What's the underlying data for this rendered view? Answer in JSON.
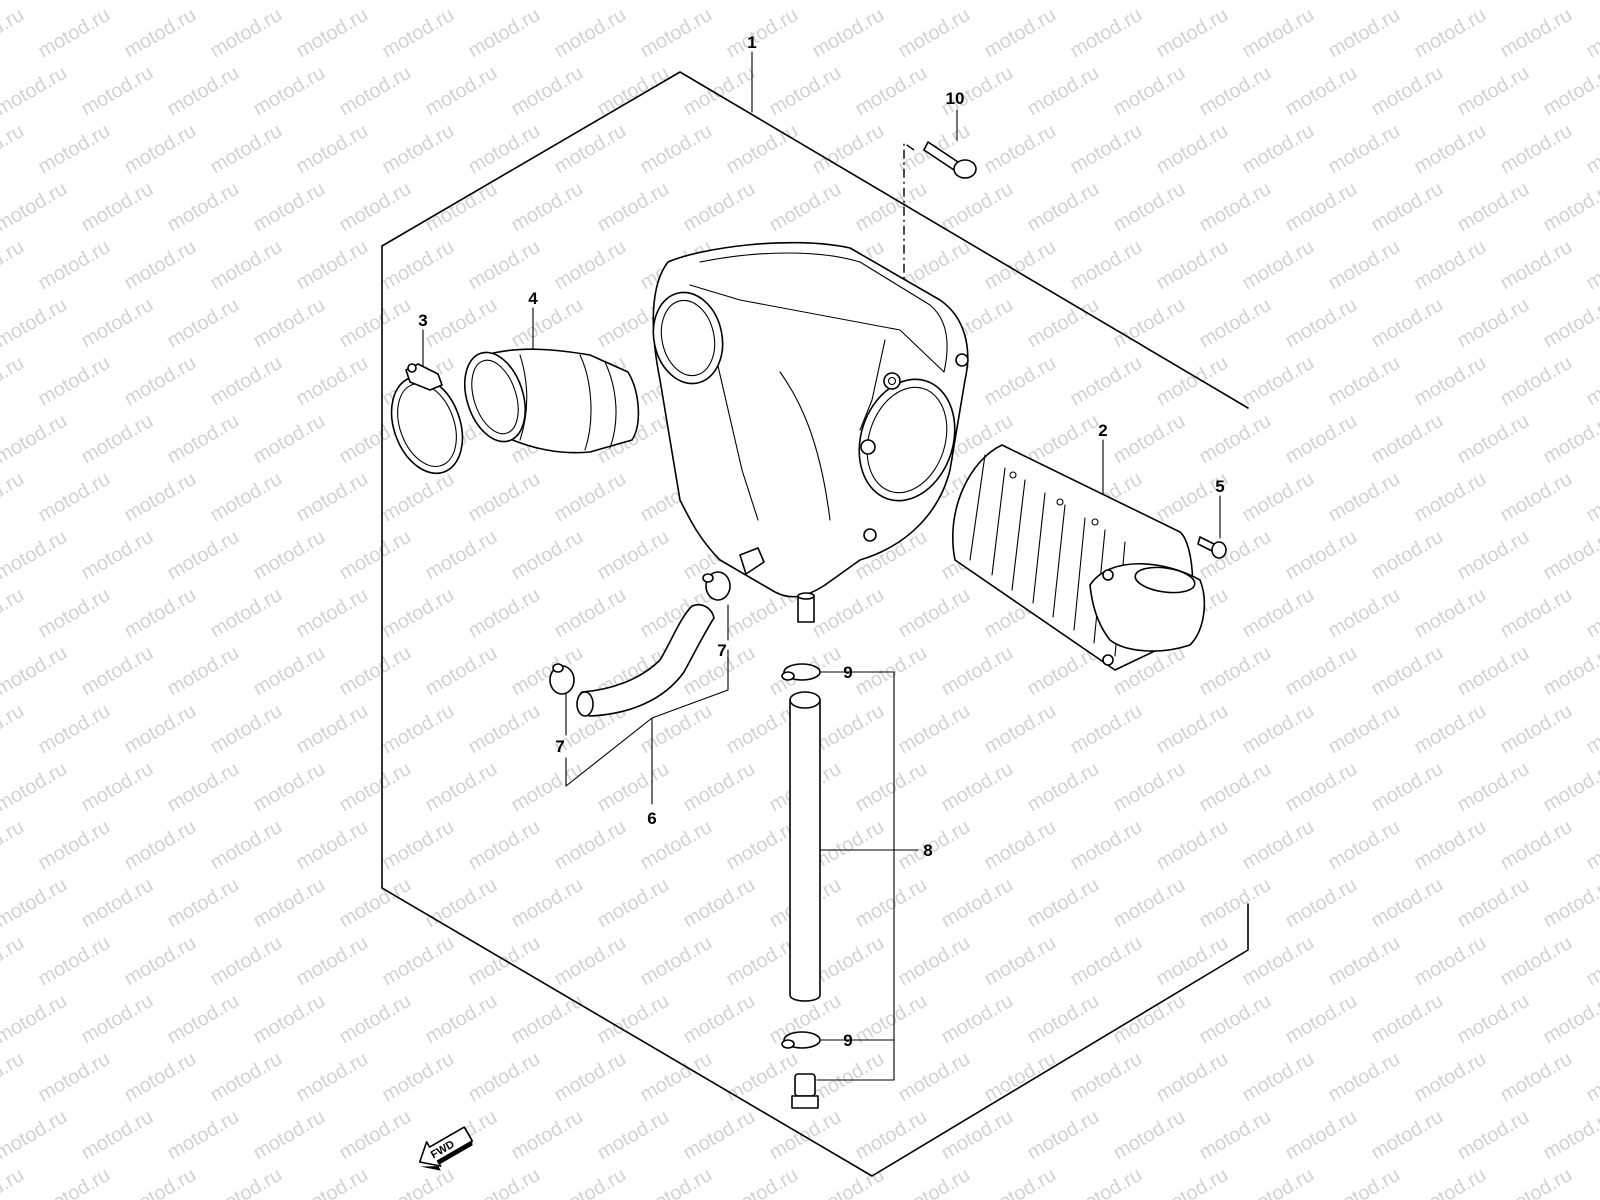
{
  "watermark": {
    "text": "motod.ru",
    "color": "#d2d2d2"
  },
  "direction_arrow": {
    "label": "FWD"
  },
  "callouts": [
    {
      "id": "callout-1",
      "label": "1",
      "part": "air-cleaner-assembly"
    },
    {
      "id": "callout-2",
      "label": "2",
      "part": "air-filter-element"
    },
    {
      "id": "callout-3",
      "label": "3",
      "part": "hose-clamp"
    },
    {
      "id": "callout-4",
      "label": "4",
      "part": "intake-hose"
    },
    {
      "id": "callout-5",
      "label": "5",
      "part": "screw"
    },
    {
      "id": "callout-6",
      "label": "6",
      "part": "breather-hose"
    },
    {
      "id": "callout-7a",
      "label": "7",
      "part": "hose-clip"
    },
    {
      "id": "callout-7b",
      "label": "7",
      "part": "hose-clip"
    },
    {
      "id": "callout-8",
      "label": "8",
      "part": "drain-hose"
    },
    {
      "id": "callout-9a",
      "label": "9",
      "part": "hose-clip"
    },
    {
      "id": "callout-9b",
      "label": "9",
      "part": "hose-clip"
    },
    {
      "id": "callout-10",
      "label": "10",
      "part": "bolt"
    }
  ]
}
